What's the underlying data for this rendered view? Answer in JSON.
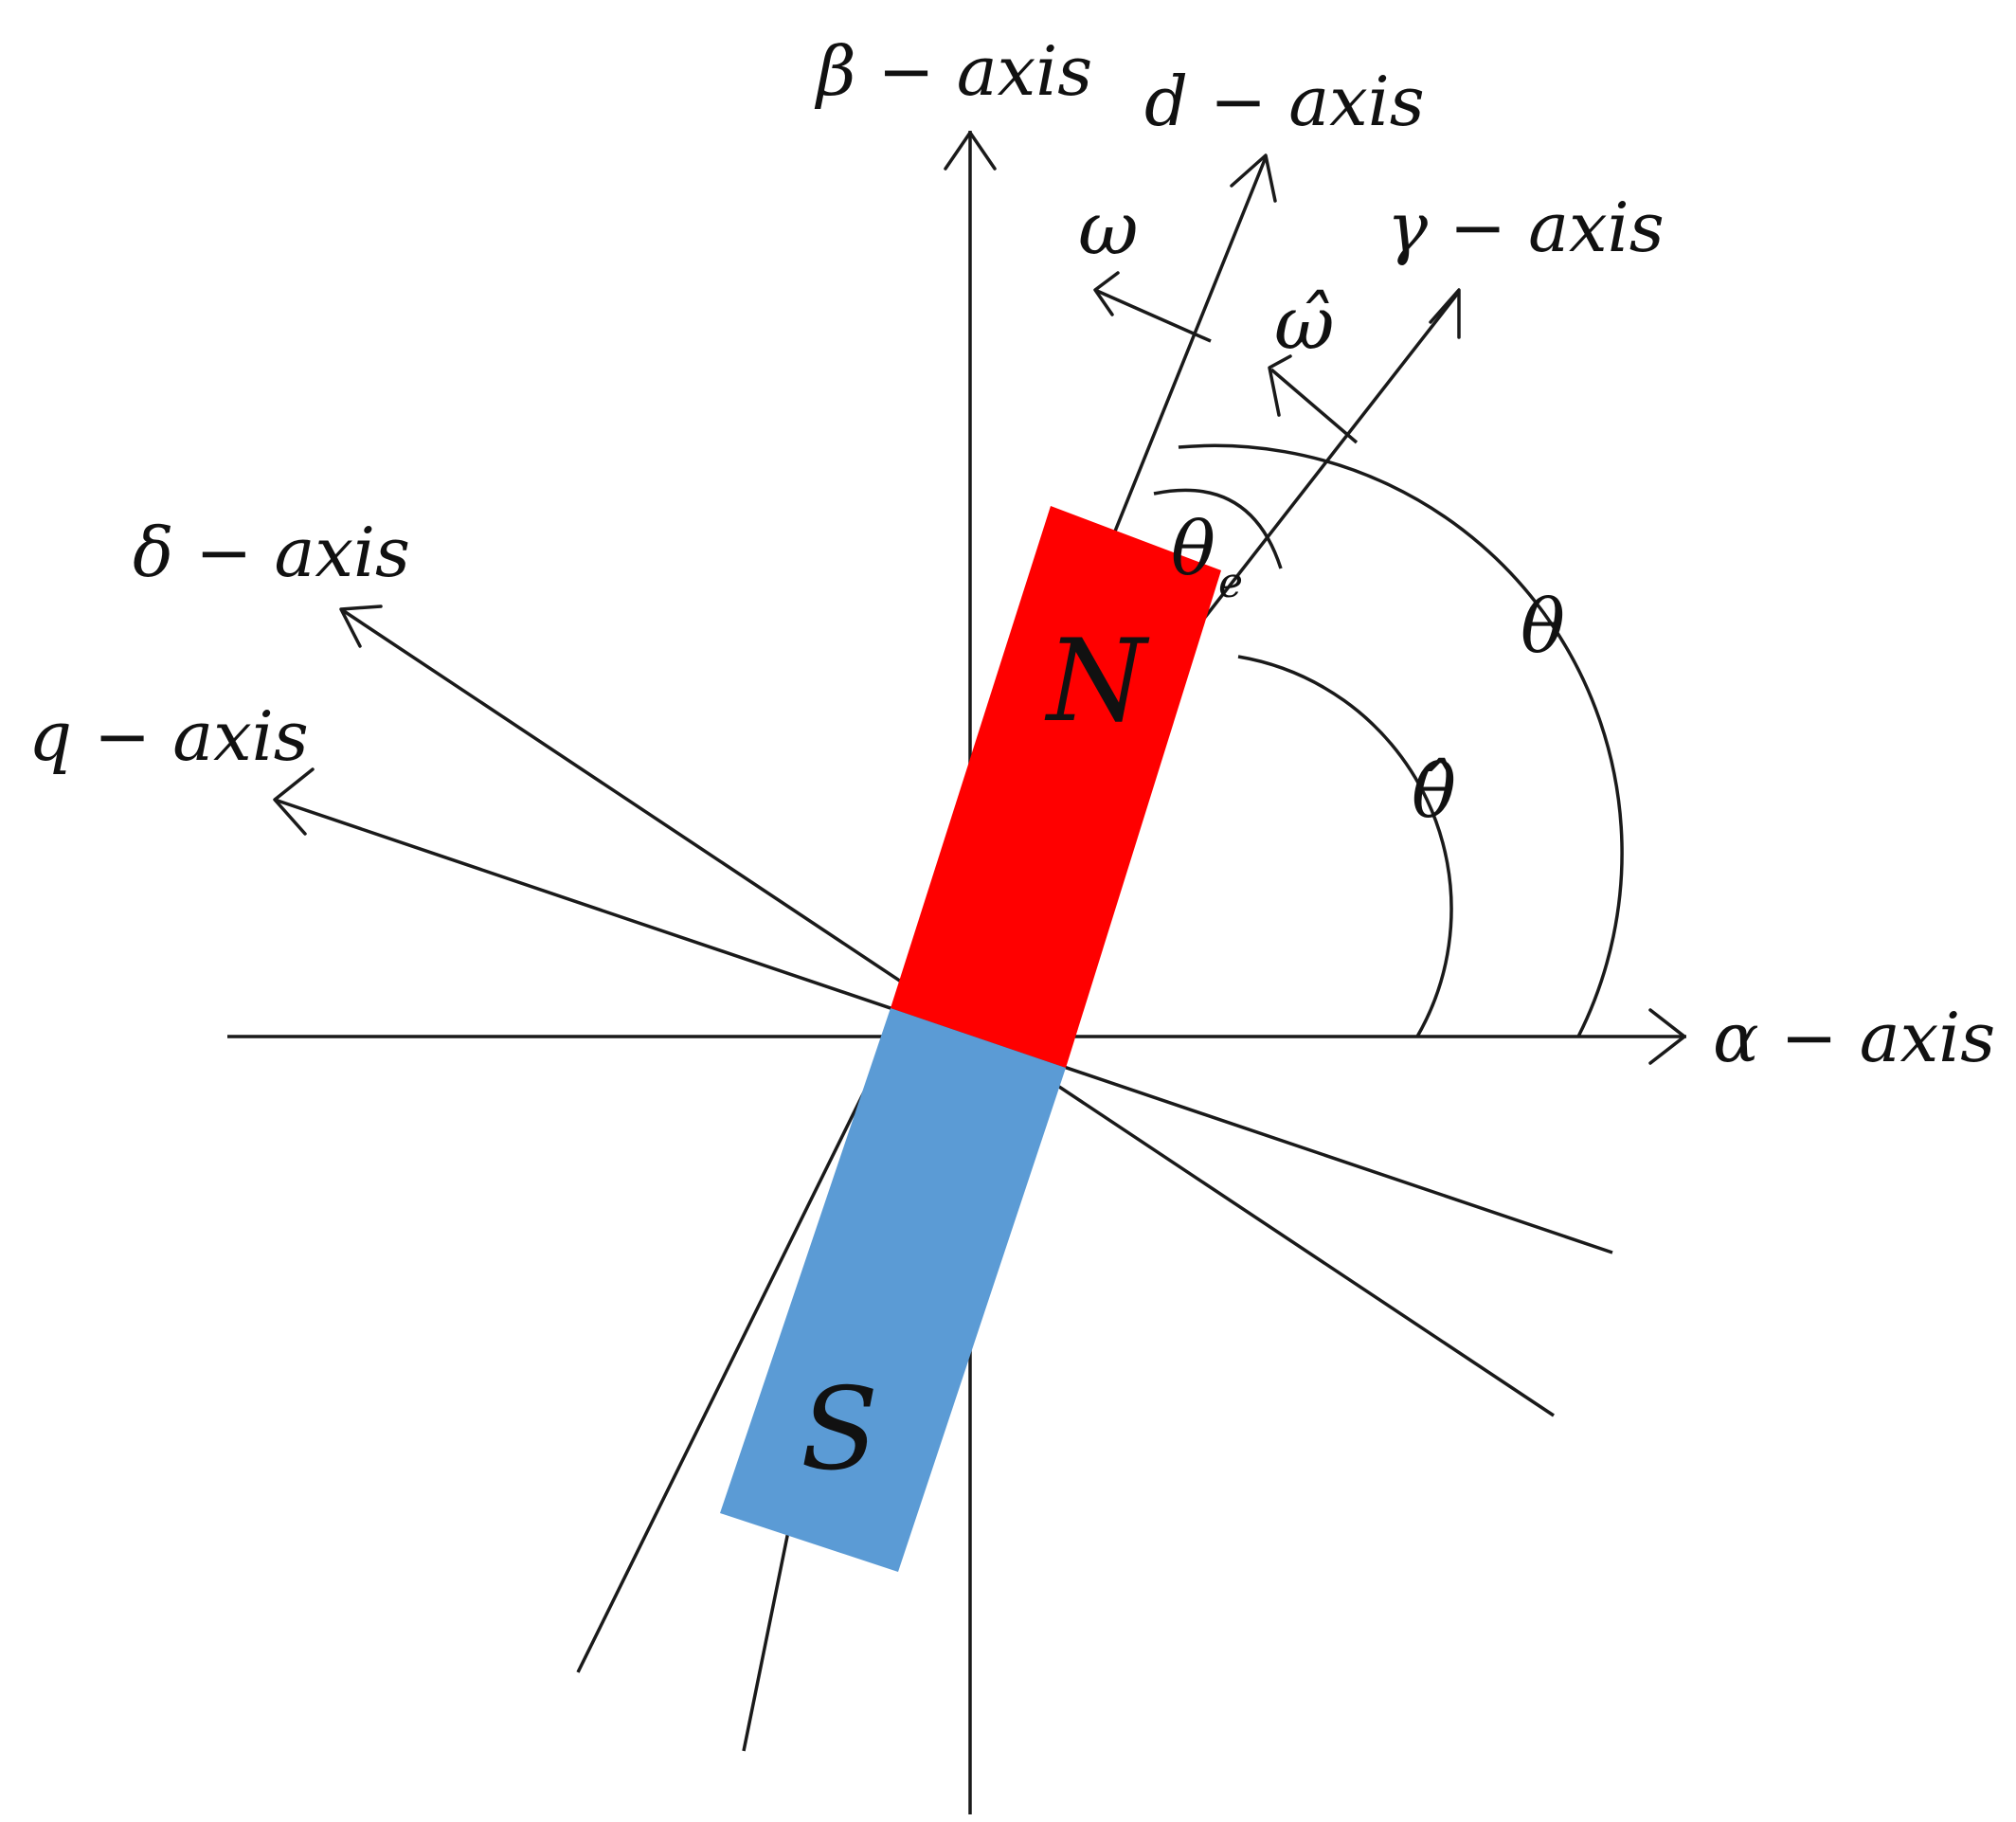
{
  "axes": {
    "alpha": "α − axis",
    "beta": "β − axis",
    "d": "d − axis",
    "q": "q − axis",
    "gamma": "γ − axis",
    "delta": "δ − axis"
  },
  "velocities": {
    "omega": "ω",
    "omega_hat": "ω̂"
  },
  "angles": {
    "theta": "θ",
    "theta_hat": "θ̂",
    "theta_e": "θ",
    "theta_e_sub": "e"
  },
  "magnet": {
    "north_label": "N",
    "south_label": "S",
    "north_color": "#ff0000",
    "south_color": "#5b9bd5"
  }
}
